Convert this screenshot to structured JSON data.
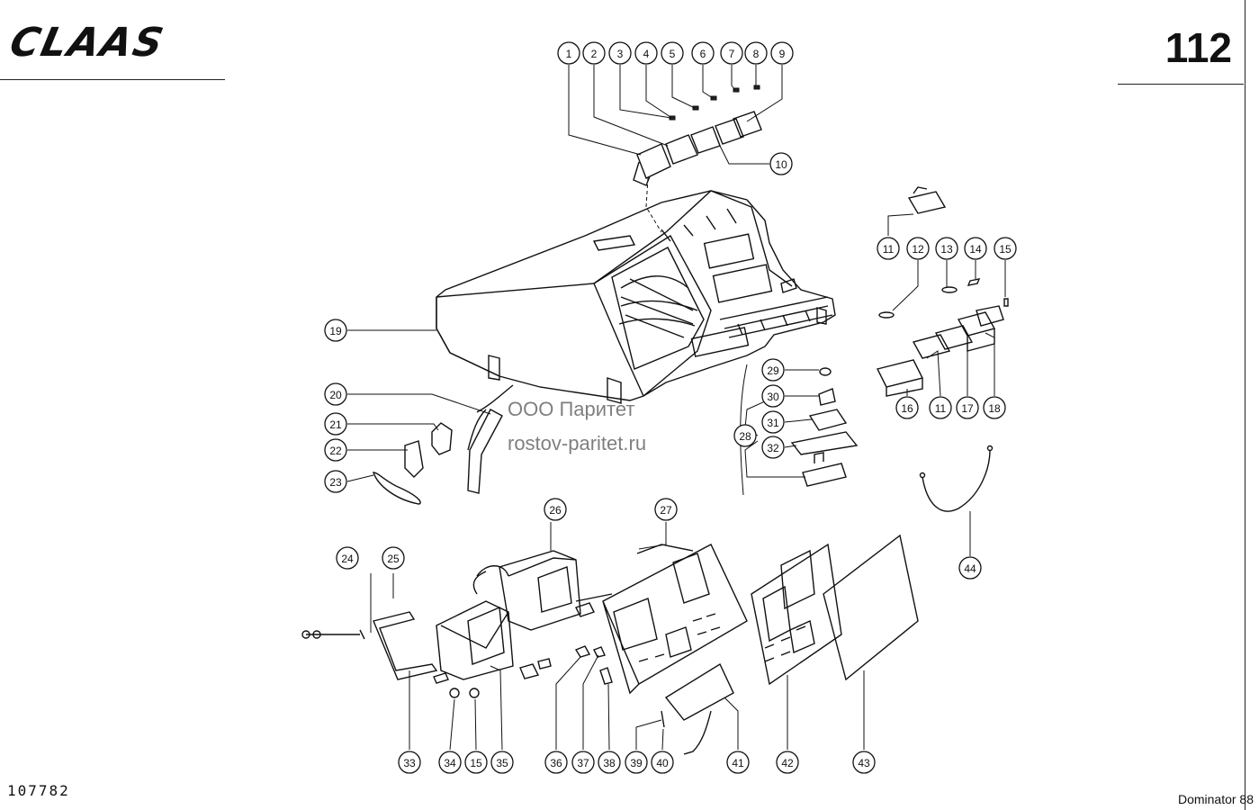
{
  "header": {
    "brand_logo": "CLAAS",
    "page_number": "112"
  },
  "footer": {
    "drawing_number": "107782",
    "model": "Dominator 88"
  },
  "watermark": {
    "line1": "ООО Паритет",
    "line2": "rostov-paritet.ru"
  },
  "callouts": [
    "1",
    "2",
    "3",
    "4",
    "5",
    "6",
    "7",
    "8",
    "9",
    "10",
    "11",
    "12",
    "13",
    "14",
    "15",
    "16",
    "11",
    "17",
    "18",
    "19",
    "20",
    "21",
    "22",
    "23",
    "24",
    "25",
    "26",
    "27",
    "28",
    "29",
    "30",
    "31",
    "32",
    "24",
    "33",
    "34",
    "15",
    "35",
    "36",
    "37",
    "38",
    "39",
    "40",
    "41",
    "42",
    "43",
    "44"
  ]
}
